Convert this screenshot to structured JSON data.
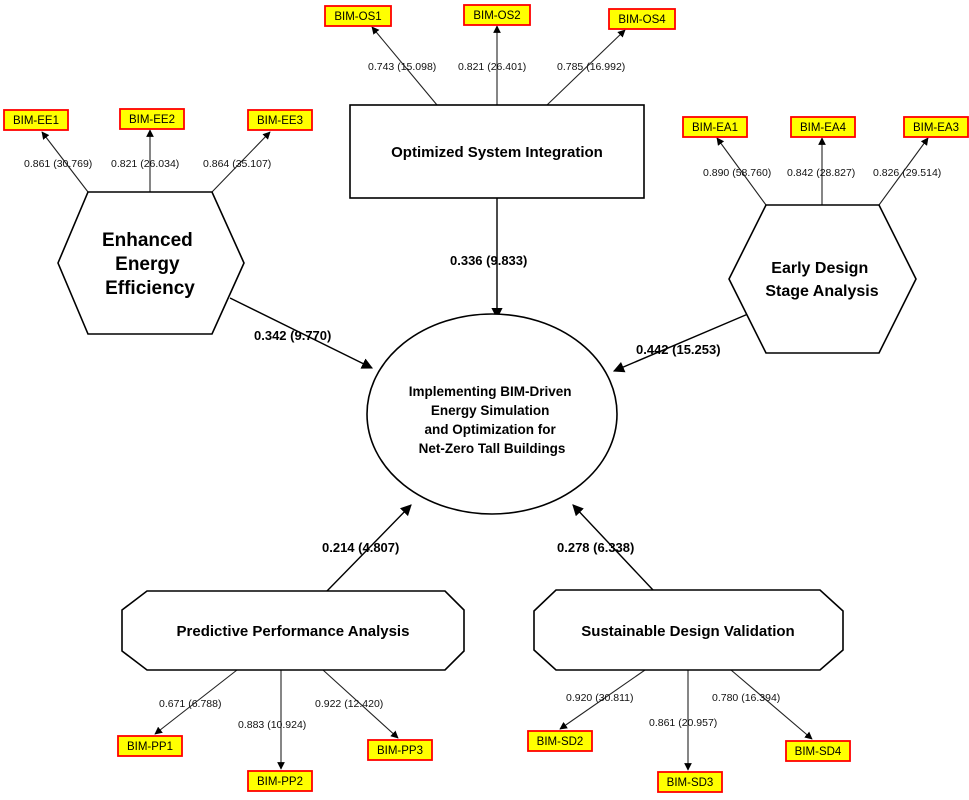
{
  "colors": {
    "indicator_fill": "#ffff00",
    "indicator_border": "#ff0000",
    "line": "#000000",
    "background": "#ffffff"
  },
  "constructs": {
    "target": [
      "Implementing BIM-Driven",
      "Energy Simulation",
      "and Optimization for",
      "Net-Zero Tall Buildings"
    ],
    "osi": [
      "Optimized System Integration"
    ],
    "eee": [
      "Enhanced",
      "Energy",
      "Efficiency"
    ],
    "eda": [
      "Early Design",
      "Stage Analysis"
    ],
    "ppa": [
      "Predictive Performance Analysis"
    ],
    "sdv": [
      "Sustainable Design Validation"
    ]
  },
  "indicators": {
    "os1": "BIM-OS1",
    "os2": "BIM-OS2",
    "os4": "BIM-OS4",
    "ee1": "BIM-EE1",
    "ee2": "BIM-EE2",
    "ee3": "BIM-EE3",
    "ea1": "BIM-EA1",
    "ea4": "BIM-EA4",
    "ea3": "BIM-EA3",
    "pp1": "BIM-PP1",
    "pp2": "BIM-PP2",
    "pp3": "BIM-PP3",
    "sd2": "BIM-SD2",
    "sd3": "BIM-SD3",
    "sd4": "BIM-SD4"
  },
  "loadings": {
    "os1": "0.743 (15.098)",
    "os2": "0.821 (26.401)",
    "os4": "0.785 (16.992)",
    "ee1": "0.861 (30.769)",
    "ee2": "0.821 (26.034)",
    "ee3": "0.864 (35.107)",
    "ea1": "0.890 (58.760)",
    "ea4": "0.842 (28.827)",
    "ea3": "0.826 (29.514)",
    "pp1": "0.671 (6.788)",
    "pp2": "0.883 (10.924)",
    "pp3": "0.922 (12.420)",
    "sd2": "0.920 (30.811)",
    "sd3": "0.861 (20.957)",
    "sd4": "0.780 (16.394)"
  },
  "paths": {
    "osi": "0.336 (9.833)",
    "eee": "0.342 (9.770)",
    "eda": "0.442 (15.253)",
    "ppa": "0.214 (4.807)",
    "sdv": "0.278 (6.338)"
  }
}
